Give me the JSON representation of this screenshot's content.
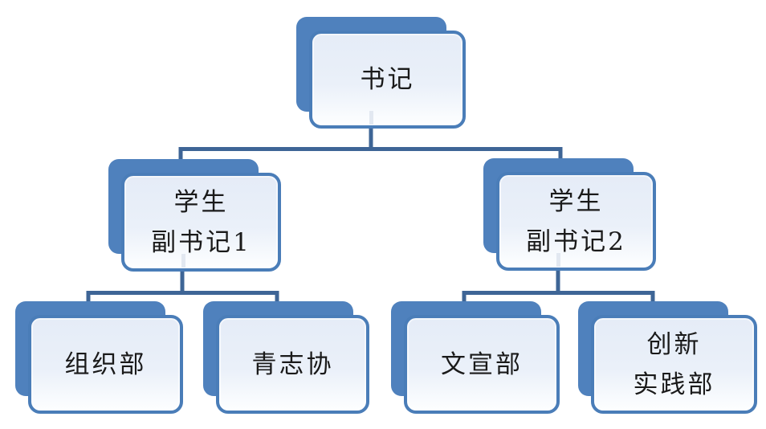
{
  "diagram": {
    "type": "org-chart",
    "colors": {
      "back_card": "#4F81BD",
      "front_border": "#4A7DB8",
      "front_fill_top": "#E5ECF7",
      "front_fill_bottom": "#FDFEFF",
      "connector": "#3E6596",
      "text": "#1A1A1A",
      "background": "#FFFFFF"
    },
    "nodes": [
      {
        "id": "secretary",
        "lines": [
          "书记"
        ]
      },
      {
        "id": "student-deputy-1",
        "lines": [
          "学生",
          "副书记1"
        ]
      },
      {
        "id": "student-deputy-2",
        "lines": [
          "学生",
          "副书记2"
        ]
      },
      {
        "id": "organization-dept",
        "lines": [
          "组织部"
        ]
      },
      {
        "id": "youth-volunteer-assoc",
        "lines": [
          "青志协"
        ]
      },
      {
        "id": "culture-publicity-dept",
        "lines": [
          "文宣部"
        ]
      },
      {
        "id": "innovation-practice-dept",
        "lines": [
          "创新",
          "实践部"
        ]
      }
    ],
    "edges": [
      {
        "from": "secretary",
        "to": [
          "student-deputy-1",
          "student-deputy-2"
        ]
      },
      {
        "from": "student-deputy-1",
        "to": [
          "organization-dept",
          "youth-volunteer-assoc"
        ]
      },
      {
        "from": "student-deputy-2",
        "to": [
          "culture-publicity-dept",
          "innovation-practice-dept"
        ]
      }
    ]
  }
}
